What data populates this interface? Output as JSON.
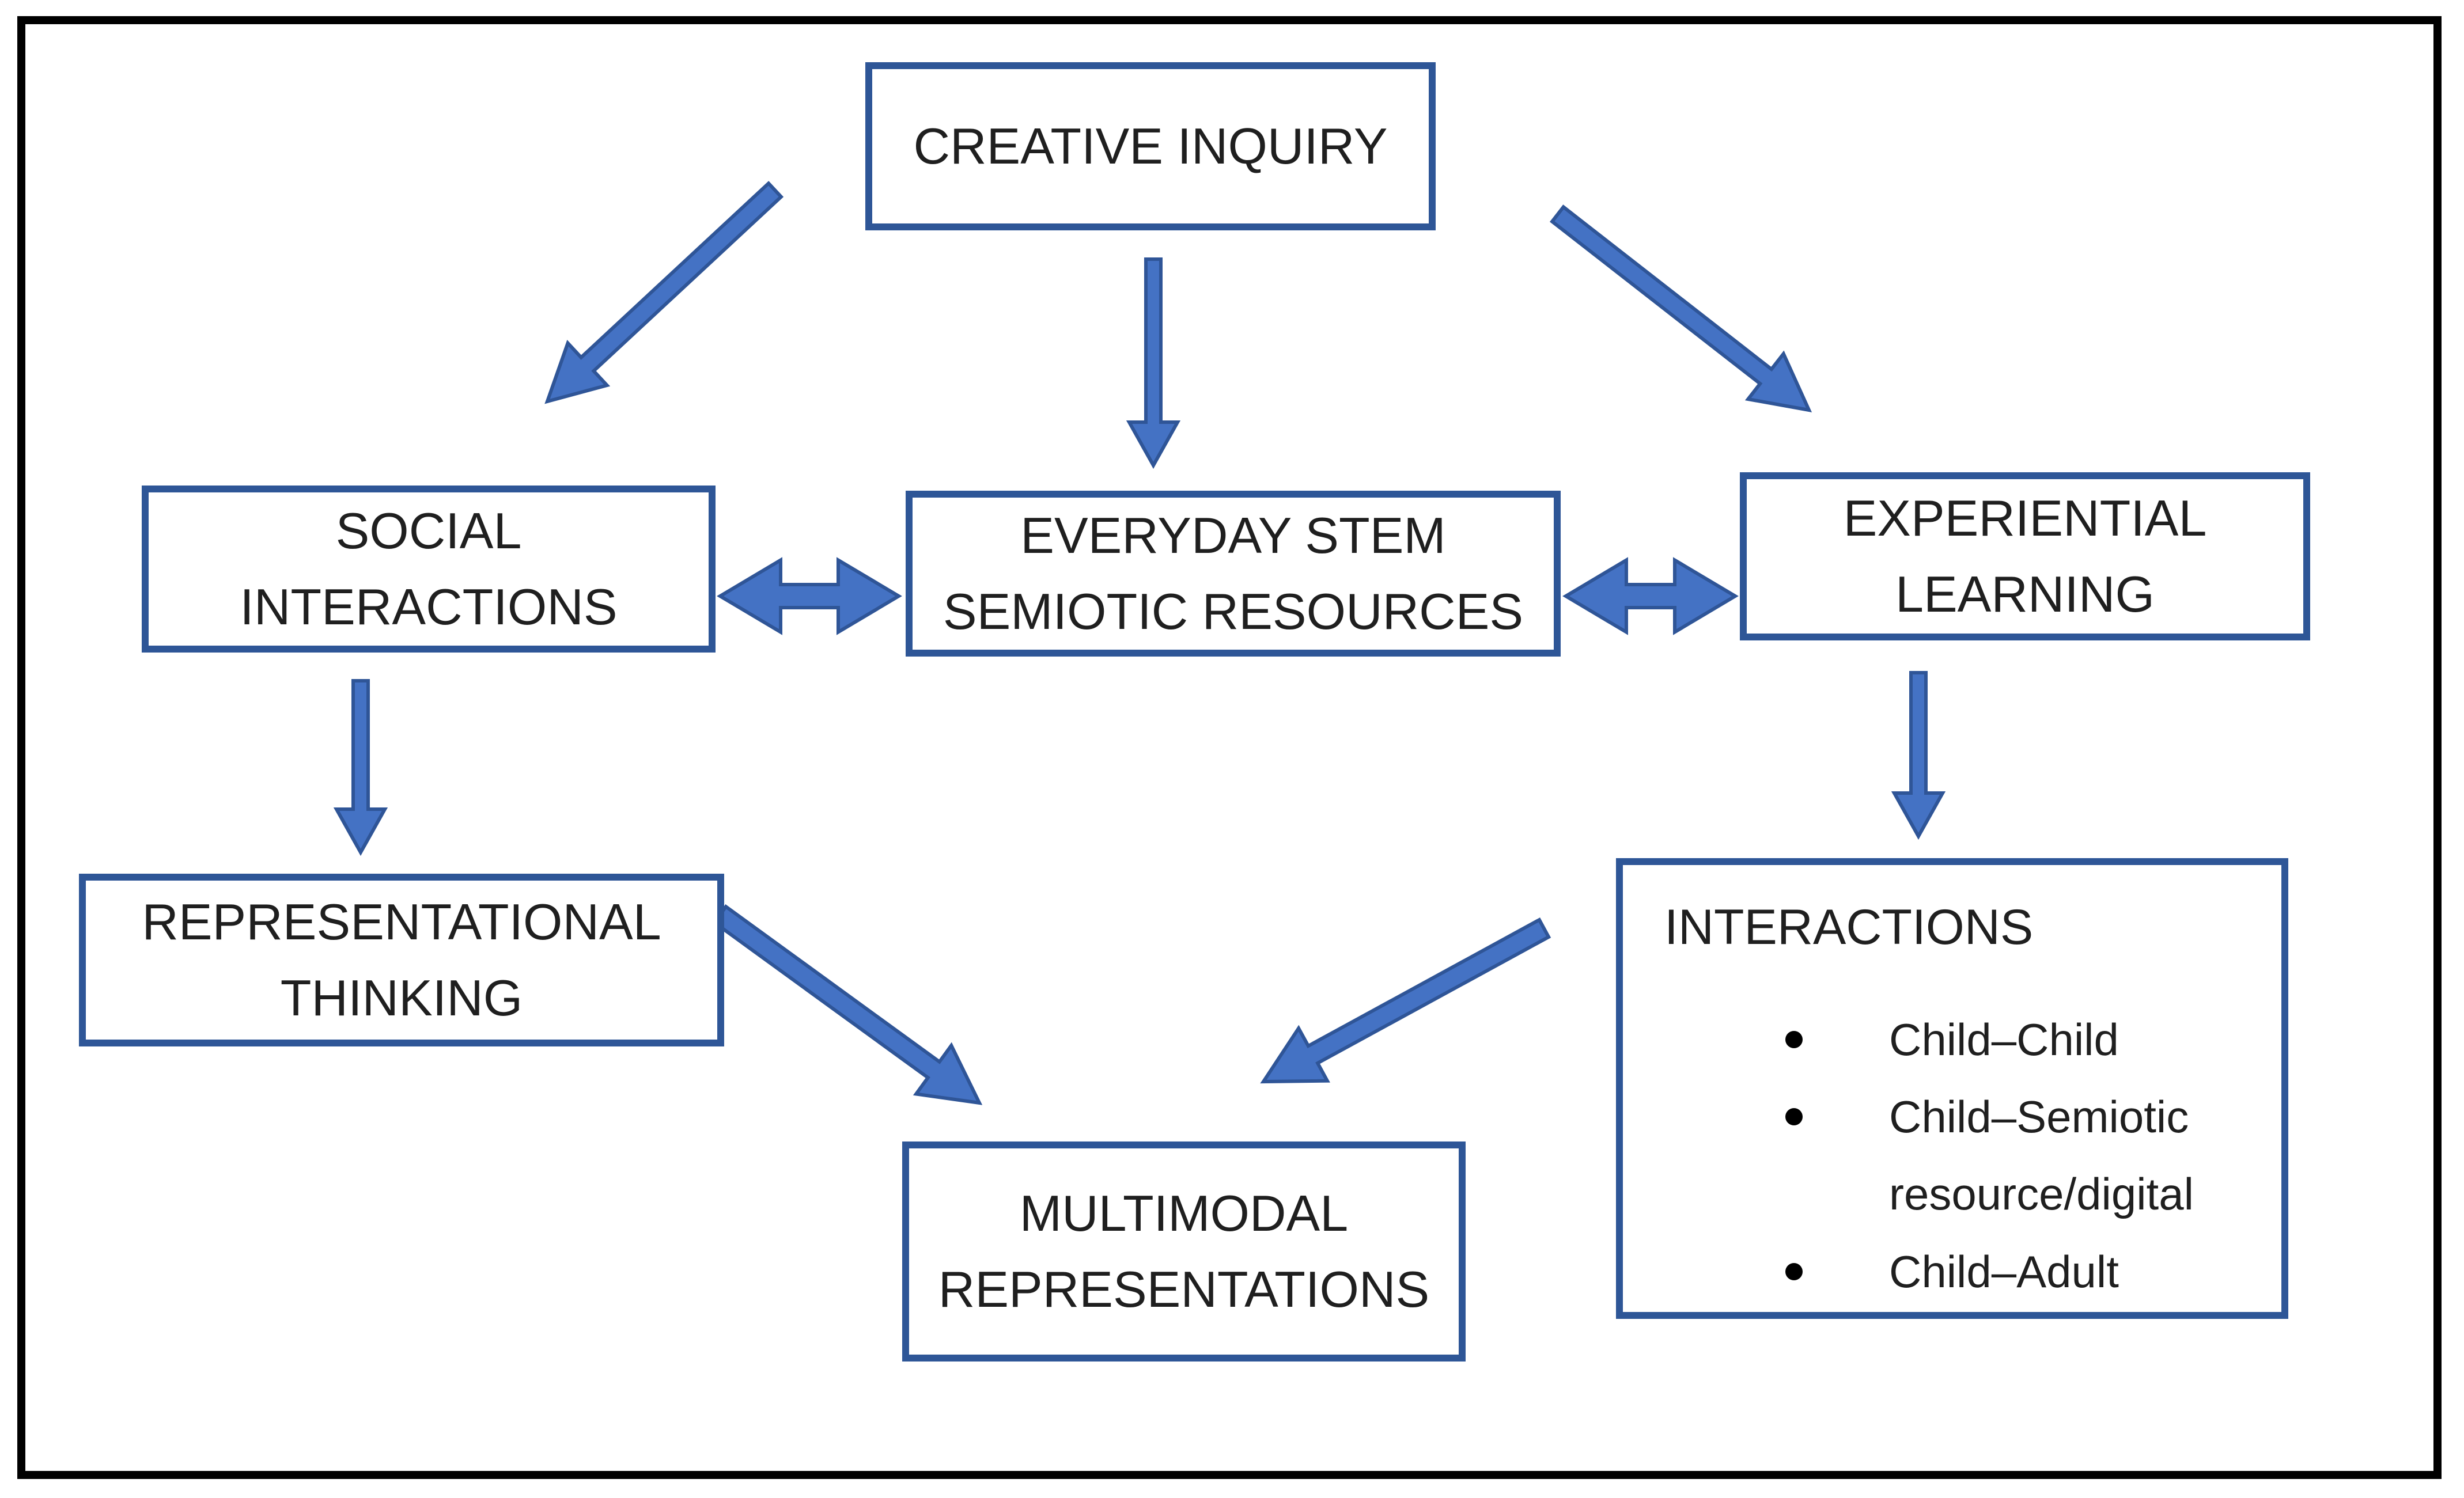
{
  "figure": {
    "type": "flow-diagram",
    "boxes": {
      "creative_inquiry": {
        "label": "CREATIVE INQUIRY"
      },
      "social_interactions": {
        "label": "SOCIAL\nINTERACTIONS"
      },
      "everyday_stem": {
        "label": "EVERYDAY STEM\nSEMIOTIC RESOURCES"
      },
      "experiential_learning": {
        "label": "EXPERIENTIAL\nLEARNING"
      },
      "representational_thinking": {
        "label": "REPRESENTATIONAL\nTHINKING"
      },
      "interactions": {
        "title": "INTERACTIONS",
        "bullets": [
          "Child–Child",
          "Child–Semiotic\nresource/digital",
          "Child–Adult"
        ]
      },
      "multimodal_representations": {
        "label": "MULTIMODAL\nREPRESENTATIONS"
      }
    },
    "arrows": [
      {
        "id": "creative-to-social",
        "from": "creative_inquiry",
        "to": "social_interactions",
        "type": "single"
      },
      {
        "id": "creative-to-everyday",
        "from": "creative_inquiry",
        "to": "everyday_stem",
        "type": "single"
      },
      {
        "id": "creative-to-experiential",
        "from": "creative_inquiry",
        "to": "experiential_learning",
        "type": "single"
      },
      {
        "id": "social-everyday",
        "from": "social_interactions",
        "to": "everyday_stem",
        "type": "double"
      },
      {
        "id": "everyday-experiential",
        "from": "everyday_stem",
        "to": "experiential_learning",
        "type": "double"
      },
      {
        "id": "social-to-representational",
        "from": "social_interactions",
        "to": "representational_thinking",
        "type": "single"
      },
      {
        "id": "experiential-to-interactions",
        "from": "experiential_learning",
        "to": "interactions",
        "type": "single"
      },
      {
        "id": "representational-to-multimodal",
        "from": "representational_thinking",
        "to": "multimodal_representations",
        "type": "single"
      },
      {
        "id": "interactions-to-multimodal",
        "from": "interactions",
        "to": "multimodal_representations",
        "type": "single"
      }
    ],
    "colors": {
      "background": "#FFFFFF",
      "frame": "#000000",
      "box_border": "#2E5697",
      "arrow_fill": "#4472C4",
      "arrow_stroke": "#2F5597",
      "text": "#1F1F1F",
      "bullet": "#000000"
    }
  }
}
